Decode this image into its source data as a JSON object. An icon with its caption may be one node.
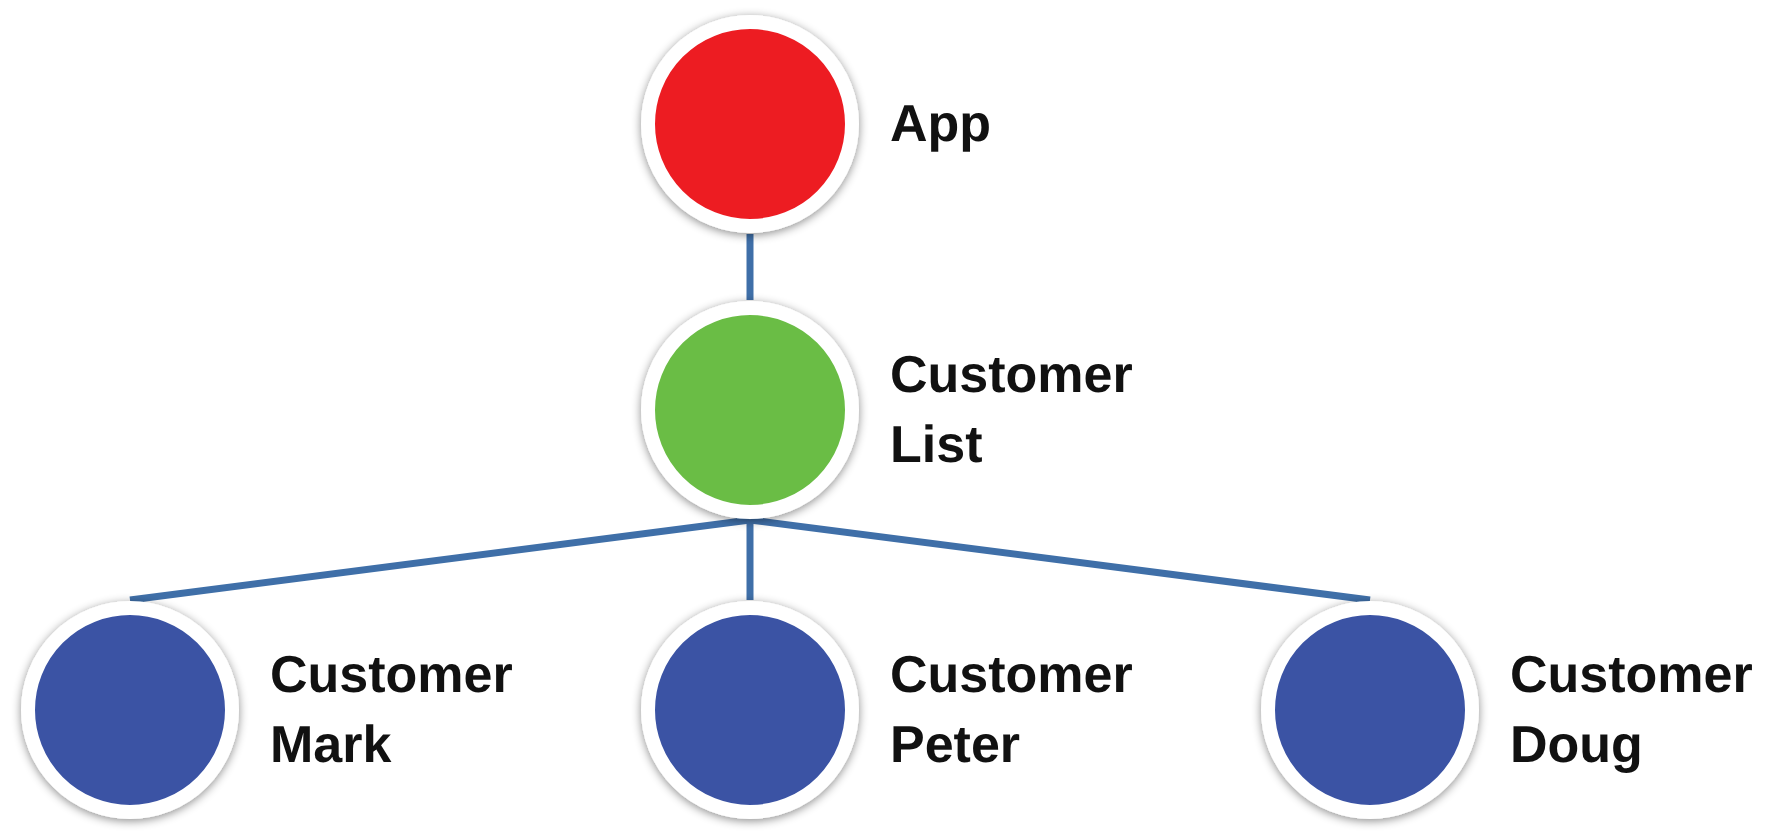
{
  "diagram": {
    "nodes": [
      {
        "text": [
          "App"
        ]
      },
      {
        "text": [
          "Customer List"
        ]
      },
      {
        "text": [
          "Customer Mark"
        ]
      },
      {
        "text": [
          "Customer Peter"
        ]
      },
      {
        "text": [
          "Customer Doug"
        ]
      }
    ],
    "edges": [
      {
        "from": 0,
        "to": 1,
        "arrow": "none"
      },
      {
        "from": 1,
        "to": 2,
        "arrow": "none"
      },
      {
        "from": 1,
        "to": 3,
        "arrow": "none"
      },
      {
        "from": 1,
        "to": 4,
        "arrow": "none"
      }
    ]
  }
}
